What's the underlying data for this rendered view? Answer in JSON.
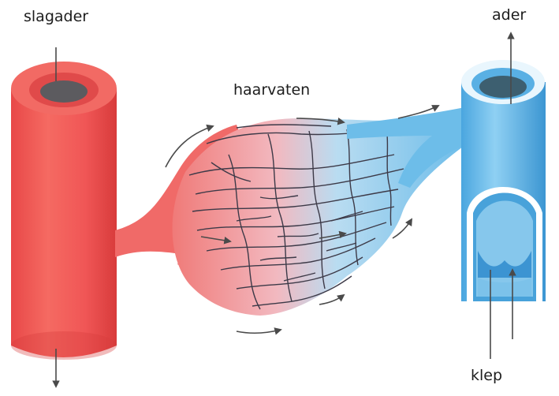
{
  "labels": {
    "artery": "slagader",
    "capillaries": "haarvaten",
    "vein": "ader",
    "valve": "klep"
  },
  "colors": {
    "artery": "#f05656",
    "artery_dark": "#d93a3a",
    "vein": "#5db3e6",
    "vein_dark": "#2f86c6",
    "capillary_outline": "#3d3a48",
    "arrow": "#555555"
  }
}
